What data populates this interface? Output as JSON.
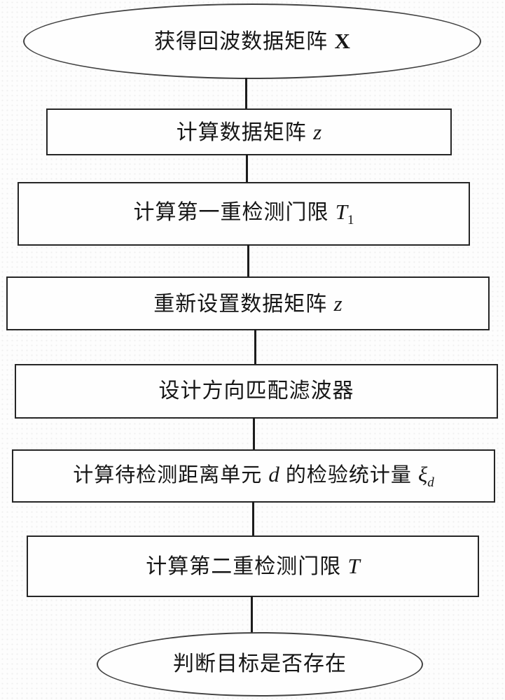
{
  "colors": {
    "ink": "#161616",
    "shape_border": "#262626",
    "ellipse_border": "#424242",
    "connector": "#1c1c1c",
    "paper": "#fdfdfd"
  },
  "nodes": [
    {
      "id": "start",
      "shape": "ellipse",
      "text": "获得回波数据矩阵 ",
      "math": "X",
      "math_style": "bold"
    },
    {
      "id": "step1",
      "shape": "rect",
      "text": "计算数据矩阵 ",
      "math": "z",
      "math_style": "italic"
    },
    {
      "id": "step2",
      "shape": "rect",
      "text": "计算第一重检测门限 ",
      "math": "T",
      "sub": "1",
      "math_style": "italic"
    },
    {
      "id": "step3",
      "shape": "rect",
      "text": "重新设置数据矩阵 ",
      "math": "z",
      "math_style": "italic"
    },
    {
      "id": "step4",
      "shape": "rect",
      "text": "设计方向匹配滤波器"
    },
    {
      "id": "step5",
      "shape": "rect",
      "text": "计算待检测距离单元 ",
      "math": "d",
      "text2": " 的检验统计量 ",
      "math2": "ξ",
      "sub2": "d",
      "math_style": "italic"
    },
    {
      "id": "step6",
      "shape": "rect",
      "text": "计算第二重检测门限 ",
      "math": "T",
      "math_style": "italic"
    },
    {
      "id": "end",
      "shape": "ellipse",
      "text": "判断目标是否存在"
    }
  ]
}
